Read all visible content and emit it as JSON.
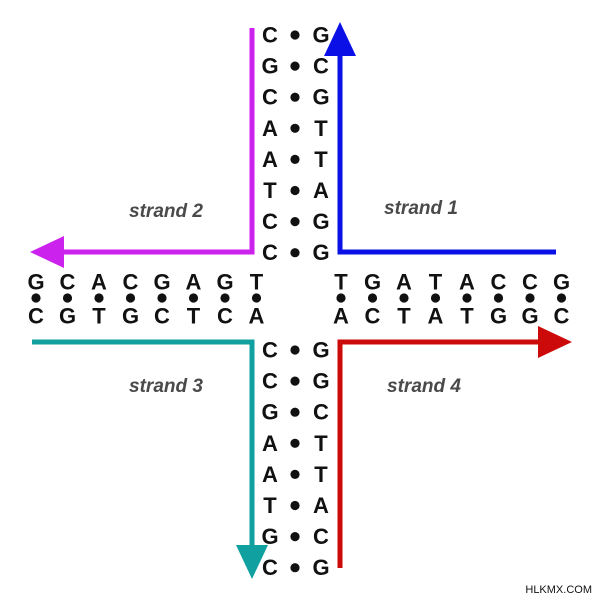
{
  "labels": {
    "strand1": "strand 1",
    "strand2": "strand 2",
    "strand3": "strand 3",
    "strand4": "strand 4"
  },
  "watermark": "HLKMX.COM",
  "colors": {
    "strand1": "#0a10e6",
    "strand2": "#cc22ee",
    "strand3": "#10a0a0",
    "strand4": "#cc0a0a"
  },
  "arms": {
    "top": {
      "left": [
        "C",
        "G",
        "C",
        "A",
        "A",
        "T",
        "C",
        "C"
      ],
      "right": [
        "G",
        "C",
        "G",
        "T",
        "T",
        "A",
        "G",
        "G"
      ]
    },
    "bottom": {
      "left": [
        "C",
        "C",
        "G",
        "A",
        "A",
        "T",
        "G",
        "C"
      ],
      "right": [
        "G",
        "G",
        "C",
        "T",
        "T",
        "A",
        "C",
        "G"
      ]
    },
    "left": {
      "top": [
        "G",
        "C",
        "A",
        "C",
        "G",
        "A",
        "G",
        "T"
      ],
      "bottom": [
        "C",
        "G",
        "T",
        "G",
        "C",
        "T",
        "C",
        "A"
      ]
    },
    "right": {
      "top": [
        "T",
        "G",
        "A",
        "T",
        "A",
        "C",
        "C",
        "G"
      ],
      "bottom": [
        "A",
        "C",
        "T",
        "A",
        "T",
        "G",
        "G",
        "C"
      ]
    }
  }
}
